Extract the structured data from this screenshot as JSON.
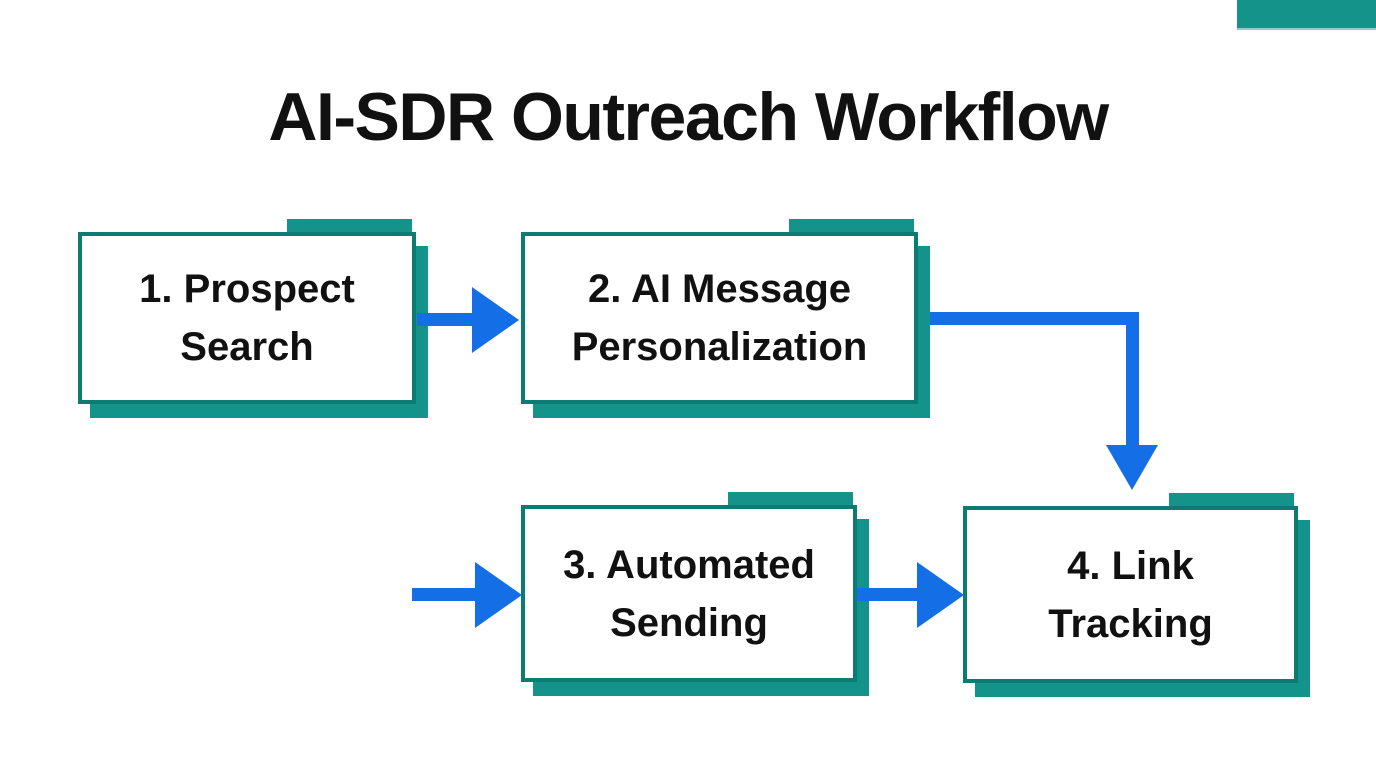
{
  "title": "AI-SDR Outreach Workflow",
  "steps": [
    {
      "id": 1,
      "lines": [
        "1. Prospect",
        "Search"
      ]
    },
    {
      "id": 2,
      "lines": [
        "2. AI Message",
        "Personalization"
      ]
    },
    {
      "id": 3,
      "lines": [
        "3. Automated",
        "Sending"
      ]
    },
    {
      "id": 4,
      "lines": [
        "4. Link",
        "Tracking"
      ]
    }
  ],
  "colors": {
    "teal_accent": "#14938A",
    "teal_border": "#0C7B73",
    "arrow_blue": "#146FE7",
    "text": "#111111",
    "background": "#FFFFFF"
  }
}
